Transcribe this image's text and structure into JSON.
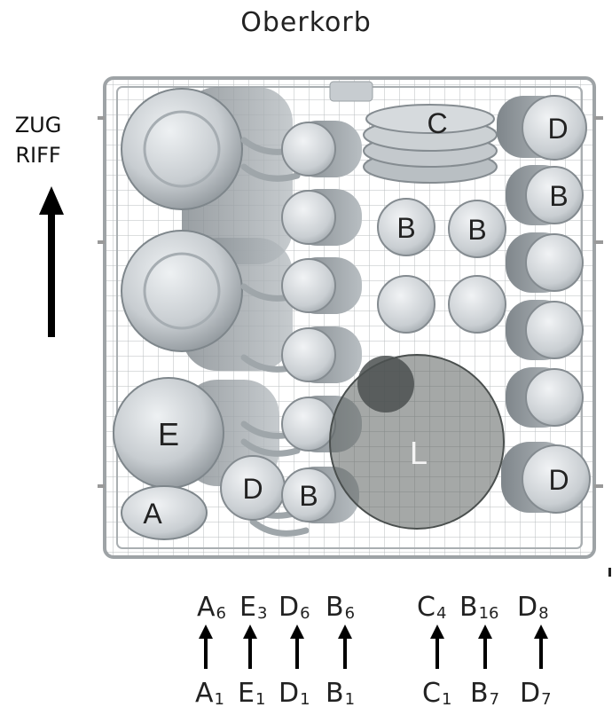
{
  "title": "Oberkorb",
  "handle_label": [
    "ZUG",
    "RIFF"
  ],
  "part_labels": {
    "a": "A",
    "b": "B",
    "c": "C",
    "d": "D",
    "e": "E",
    "l": "L"
  },
  "top_row": [
    {
      "letter": "A",
      "sub": "6"
    },
    {
      "letter": "E",
      "sub": "3"
    },
    {
      "letter": "D",
      "sub": "6"
    },
    {
      "letter": "B",
      "sub": "6"
    },
    {
      "letter": "C",
      "sub": "4"
    },
    {
      "letter": "B",
      "sub": "16"
    },
    {
      "letter": "D",
      "sub": "8"
    }
  ],
  "bottom_row": [
    {
      "letter": "A",
      "sub": "1"
    },
    {
      "letter": "E",
      "sub": "1"
    },
    {
      "letter": "D",
      "sub": "1"
    },
    {
      "letter": "B",
      "sub": "1"
    },
    {
      "letter": "C",
      "sub": "1"
    },
    {
      "letter": "B",
      "sub": "7"
    },
    {
      "letter": "D",
      "sub": "7"
    }
  ]
}
